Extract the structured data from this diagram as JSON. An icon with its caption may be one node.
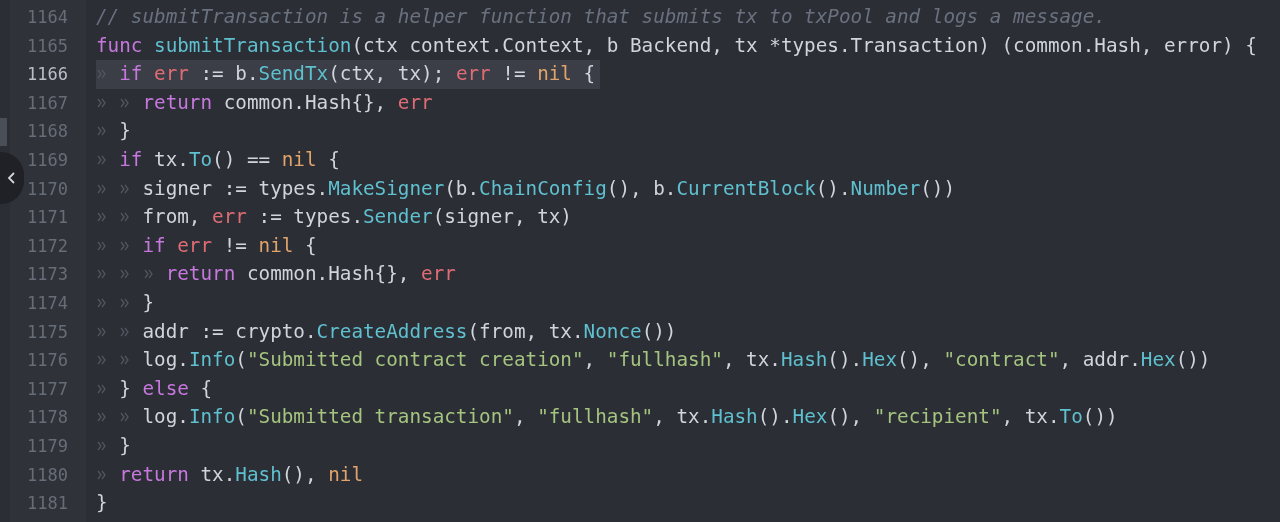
{
  "diagram": {
    "labels": [
      "1164",
      "// submitTransaction is a helper function that submits tx to txPool and logs a message.",
      "1165",
      "func submitTransaction(ctx context.Context, b Backend, tx *types.Transaction) (common.Hash, error) {",
      "1166",
      "\tif err := b.SendTx(ctx, tx); err != nil {",
      "1167",
      "\t\treturn common.Hash{}, err",
      "1168",
      "\t}",
      "1169",
      "\tif tx.To() == nil {",
      "1170",
      "\t\tsigner := types.MakeSigner(b.ChainConfig(), b.CurrentBlock().Number())",
      "1171",
      "\t\tfrom, err := types.Sender(signer, tx)",
      "1172",
      "\t\tif err != nil {",
      "1173",
      "\t\t\treturn common.Hash{}, err",
      "1174",
      "\t\t}",
      "1175",
      "\t\taddr := crypto.CreateAddress(from, tx.Nonce())",
      "1176",
      "\t\tlog.Info(\"Submitted contract creation\", \"fullhash\", tx.Hash().Hex(), \"contract\", addr.Hex())",
      "1177",
      "\t} else {",
      "1178",
      "\t\tlog.Info(\"Submitted transaction\", \"fullhash\", tx.Hash().Hex(), \"recipient\", tx.To())",
      "1179",
      "\t}",
      "1180",
      "\treturn tx.Hash(), nil",
      "1181",
      "}"
    ]
  }
}
